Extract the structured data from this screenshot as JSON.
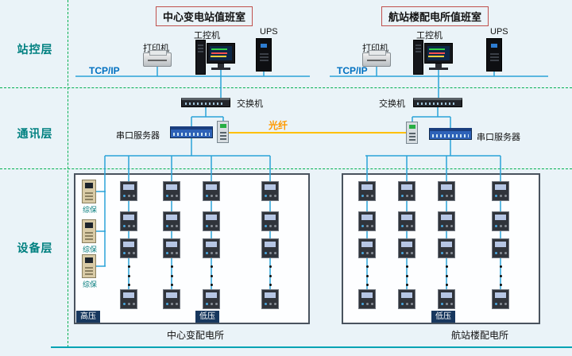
{
  "layers": {
    "station": "站控层",
    "comm": "通讯层",
    "device": "设备层"
  },
  "rooms": {
    "left": {
      "title": "中心变电站值班室",
      "printer": "打印机",
      "ipc": "工控机",
      "ups": "UPS",
      "tcpip": "TCP/IP",
      "switch": "交换机",
      "serial_server": "串口服务器"
    },
    "right": {
      "title": "航站楼配电所值班室",
      "printer": "打印机",
      "ipc": "工控机",
      "ups": "UPS",
      "tcpip": "TCP/IP",
      "switch": "交换机",
      "serial_server": "串口服务器"
    }
  },
  "fiber_label": "光纤",
  "substations": {
    "left": {
      "caption": "中心变配电所",
      "hv_tag": "高压",
      "lv_tag": "低压",
      "relays": [
        "综保",
        "综保",
        "综保"
      ]
    },
    "right": {
      "caption": "航站楼配电所",
      "lv_tag": "低压"
    }
  },
  "colors": {
    "background": "#EAF3F8",
    "layer_separator": "#00B050",
    "connector": "#2BA3D8",
    "fiber": "#FFC000",
    "tcpip_text": "#0070C0",
    "layer_label": "#008080",
    "title_border": "#C0504D",
    "bottom_rule": "#00A3B4"
  }
}
